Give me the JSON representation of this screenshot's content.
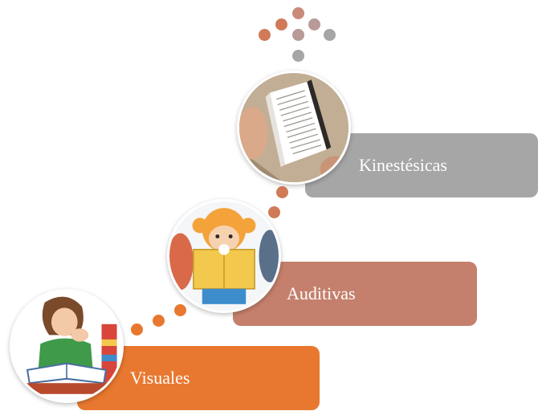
{
  "steps": [
    {
      "label": "Visuales",
      "color": "#e8782f",
      "image": "woman-reading-book-illustration"
    },
    {
      "label": "Auditivas",
      "color": "#c4806c",
      "image": "child-reading-book-illustration"
    },
    {
      "label": "Kinestésicas",
      "color": "#a6a6a6",
      "image": "hands-holding-book-photo"
    }
  ],
  "colors": {
    "orange": "#e8782f",
    "rose": "#c4806c",
    "gray": "#a6a6a6",
    "mauve": "#b89a98"
  }
}
